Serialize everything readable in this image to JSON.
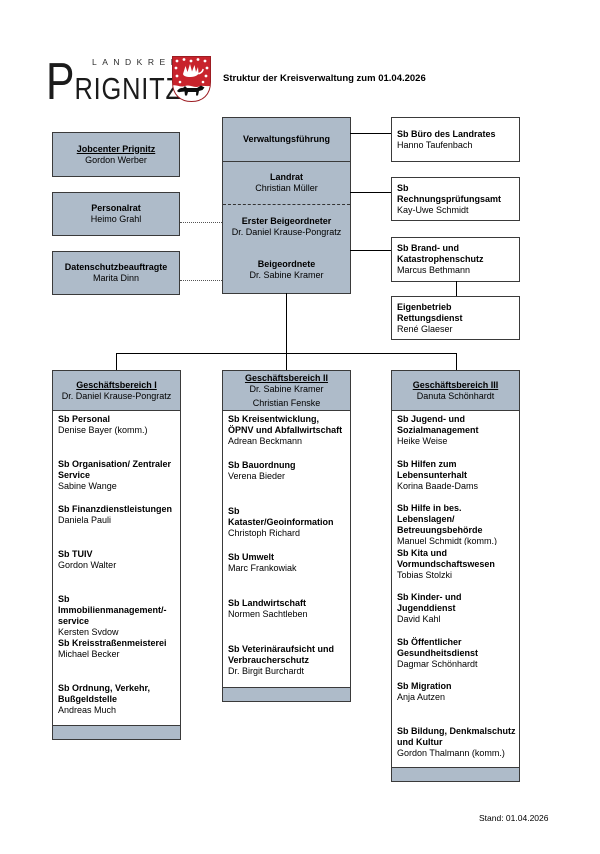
{
  "colors": {
    "box_fill": "#aebbc9",
    "border": "#3a3a3a",
    "crest_red": "#c8232c",
    "line": "#000000"
  },
  "header": {
    "logo_kicker": "LANDKREIS",
    "logo_initial": "P",
    "logo_rest": "RIGNITZ",
    "title": "Struktur der Kreisverwaltung zum 01.04.2026"
  },
  "left_boxes": [
    {
      "title": "Jobcenter Prignitz",
      "name": "Gordon Werber"
    },
    {
      "title": "Personalrat",
      "name": "Heimo Grahl"
    },
    {
      "title": "Datenschutzbeauftragte",
      "name": "Marita Dinn"
    }
  ],
  "central": {
    "header": "Verwaltungsführung",
    "sections": [
      {
        "title": "Landrat",
        "name": "Christian Müller"
      },
      {
        "title": "Erster Beigeordneter",
        "name": "Dr. Daniel Krause-Pongratz"
      },
      {
        "title": "Beigeordnete",
        "name": "Dr. Sabine Kramer"
      }
    ]
  },
  "right_boxes": [
    {
      "title": "Sb Büro des Landrates",
      "name": "Hanno Taufenbach"
    },
    {
      "title": "Sb Rechnungsprüfungsamt",
      "name": "Kay-Uwe Schmidt"
    },
    {
      "title": "Sb Brand- und Katastrophenschutz",
      "name": "Marcus Bethmann"
    },
    {
      "title": "Eigenbetrieb Rettungsdienst",
      "name": "René Glaeser"
    }
  ],
  "columns": [
    {
      "header": "Geschäftsbereich I",
      "leader": "Dr. Daniel Krause-Pongratz",
      "items": [
        {
          "title": "Sb Personal",
          "name": "Denise Bayer (komm.)"
        },
        {
          "title": "Sb Organisation/ Zentraler Service",
          "name": "Sabine Wange"
        },
        {
          "title": "Sb Finanzdienstleistungen",
          "name": "Daniela Pauli"
        },
        {
          "title": "Sb TUIV",
          "name": "Gordon Walter"
        },
        {
          "title": "Sb Immobilienmanagement/-service",
          "name": "Kersten Sydow"
        },
        {
          "title": "Sb Kreisstraßenmeisterei",
          "name": "Michael Becker"
        },
        {
          "title": "Sb Ordnung, Verkehr, Bußgeldstelle",
          "name": "Andreas Much"
        }
      ]
    },
    {
      "header": "Geschäftsbereich II",
      "leader": "Dr. Sabine Kramer",
      "leader2": "Christian Fenske",
      "items": [
        {
          "title": "Sb Kreisentwicklung, ÖPNV und Abfallwirtschaft",
          "name": "Adrean Beckmann"
        },
        {
          "title": "Sb Bauordnung",
          "name": "Verena Bieder"
        },
        {
          "title": "Sb Kataster/Geoinformation",
          "name": "Christoph Richard"
        },
        {
          "title": "Sb Umwelt",
          "name": "Marc Frankowiak"
        },
        {
          "title": "Sb Landwirtschaft",
          "name": "Normen Sachtleben"
        },
        {
          "title": "Sb Veterinäraufsicht und Verbraucherschutz",
          "name": "Dr. Birgit Burchardt"
        }
      ]
    },
    {
      "header": "Geschäftsbereich III",
      "leader": "Danuta Schönhardt",
      "items": [
        {
          "title": "Sb Jugend- und Sozialmanagement",
          "name": "Heike Weise"
        },
        {
          "title": "Sb Hilfen zum Lebensunterhalt",
          "name": "Korina Baade-Dams"
        },
        {
          "title": "Sb Hilfe in bes. Lebenslagen/ Betreuungsbehörde",
          "name": "Manuel Schmidt (komm.)"
        },
        {
          "title": "Sb Kita und Vormundschaftswesen",
          "name": "Tobias Stolzki"
        },
        {
          "title": "Sb Kinder- und Jugenddienst",
          "name": "David Kahl"
        },
        {
          "title": "Sb Öffentlicher Gesundheitsdienst",
          "name": "Dagmar Schönhardt"
        },
        {
          "title": "Sb Migration",
          "name": "Anja Autzen"
        },
        {
          "title": "Sb Bildung, Denkmalschutz und Kultur",
          "name": "Gordon Thalmann (komm.)"
        }
      ]
    }
  ],
  "footer": {
    "stand": "Stand: 01.04.2026"
  }
}
